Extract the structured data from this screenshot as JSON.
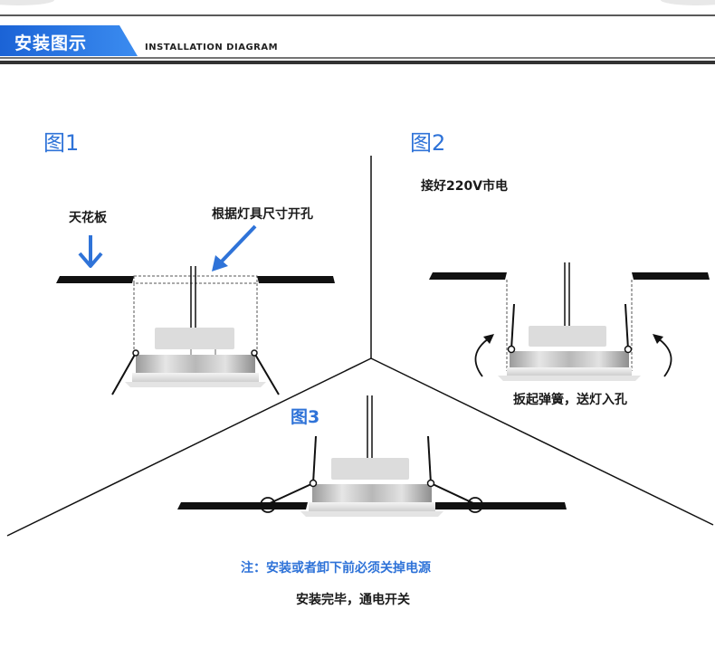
{
  "header": {
    "title": "安装图示",
    "subtitle": "INSTALLATION DIAGRAM"
  },
  "figures": {
    "fig1": {
      "label": "图1",
      "ceiling_label": "天花板",
      "hole_label": "根据灯具尺寸开孔"
    },
    "fig2": {
      "label": "图2",
      "power_label": "接好220V市电",
      "spring_label": "扳起弹簧，送灯入孔"
    },
    "fig3": {
      "label": "图3"
    }
  },
  "notes": {
    "warning": "注：安装或者卸下前必须关掉电源",
    "final": "安装完毕，通电开关"
  },
  "colors": {
    "accent": "#2f73d8",
    "header_gradient_start": "#1b63d6",
    "header_gradient_end": "#3b8cf0",
    "ceiling": "#111111"
  }
}
